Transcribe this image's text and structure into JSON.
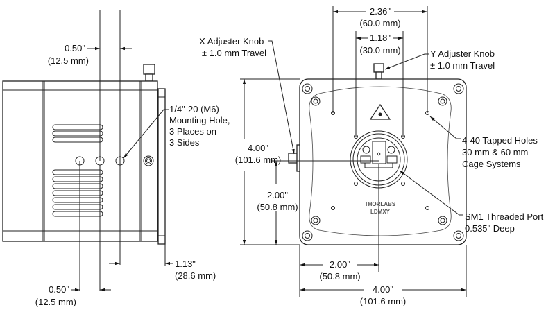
{
  "side_view": {
    "top_dim": {
      "in": "0.50\"",
      "mm": "(12.5 mm)"
    },
    "bottom_dim": {
      "in": "0.50\"",
      "mm": "(12.5 mm)"
    },
    "depth_dim": {
      "in": "1.13\"",
      "mm": "(28.6 mm)"
    },
    "mounting_hole": [
      "1/4\"-20 (M6)",
      "Mounting Hole,",
      "3 Places on",
      "3 Sides"
    ]
  },
  "front_view": {
    "x_knob": [
      "X Adjuster Knob",
      "± 1.0 mm Travel"
    ],
    "y_knob": [
      "Y Adjuster Knob",
      "± 1.0 mm Travel"
    ],
    "tapped_holes": [
      "4-40 Tapped Holes",
      "30 mm & 60 mm",
      "Cage Systems"
    ],
    "sm1_port": [
      "SM1 Threaded Port",
      "0.535\" Deep"
    ],
    "dim_60": {
      "in": "2.36\"",
      "mm": "(60.0 mm)"
    },
    "dim_30": {
      "in": "1.18\"",
      "mm": "(30.0 mm)"
    },
    "height": {
      "in": "4.00\"",
      "mm": "(101.6 mm)"
    },
    "half_height": {
      "in": "2.00\"",
      "mm": "(50.8 mm)"
    },
    "half_width": {
      "in": "2.00\"",
      "mm": "(50.8 mm)"
    },
    "width": {
      "in": "4.00\"",
      "mm": "(101.6 mm)"
    },
    "logo": [
      "THORLABS",
      "LDMXY"
    ]
  }
}
